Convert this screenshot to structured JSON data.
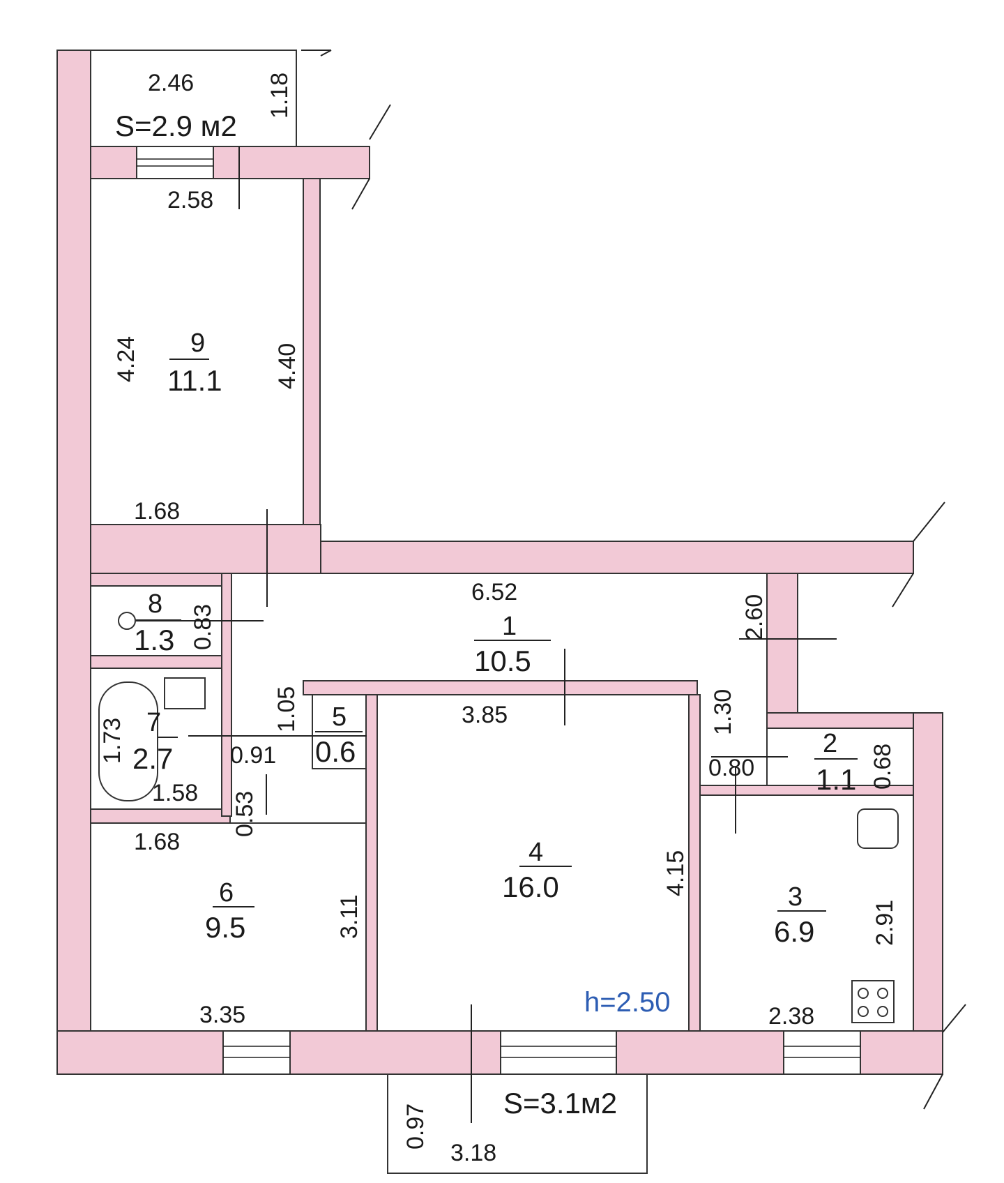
{
  "balcony_top": {
    "width": "2.46",
    "depth": "1.18",
    "area": "S=2.9 м2"
  },
  "balcony_bottom": {
    "depth": "0.97",
    "width": "3.18",
    "area": "S=3.1м2"
  },
  "ceiling_height": "h=2.50",
  "rooms": {
    "r1": {
      "number": "1",
      "area": "10.5",
      "dim_width": "6.52",
      "dim_side": "2.60"
    },
    "r2": {
      "number": "2",
      "area": "1.1",
      "dim_width": "0.80",
      "dim_side": "0.68"
    },
    "r3": {
      "number": "3",
      "area": "6.9",
      "dim_width": "2.38",
      "dim_side": "2.91"
    },
    "r4": {
      "number": "4",
      "area": "16.0",
      "dim_width": "3.85",
      "dim_side": "4.15",
      "dim_extra": "1.30"
    },
    "r5": {
      "number": "5",
      "area": "0.6",
      "dim_side": "1.05",
      "dim_width": "0.91"
    },
    "r6": {
      "number": "6",
      "area": "9.5",
      "dim_top": "1.68",
      "dim_side": "3.11",
      "dim_bottom": "3.35",
      "dim_extra": "0.53"
    },
    "r7": {
      "number": "7",
      "area": "2.7",
      "dim_side": "1.73",
      "dim_bottom": "1.58"
    },
    "r8": {
      "number": "8",
      "area": "1.3",
      "dim_side": "0.83"
    },
    "r9": {
      "number": "9",
      "area": "11.1",
      "dim_top": "2.58",
      "dim_left": "4.24",
      "dim_right": "4.40",
      "dim_bottom": "1.68"
    }
  }
}
